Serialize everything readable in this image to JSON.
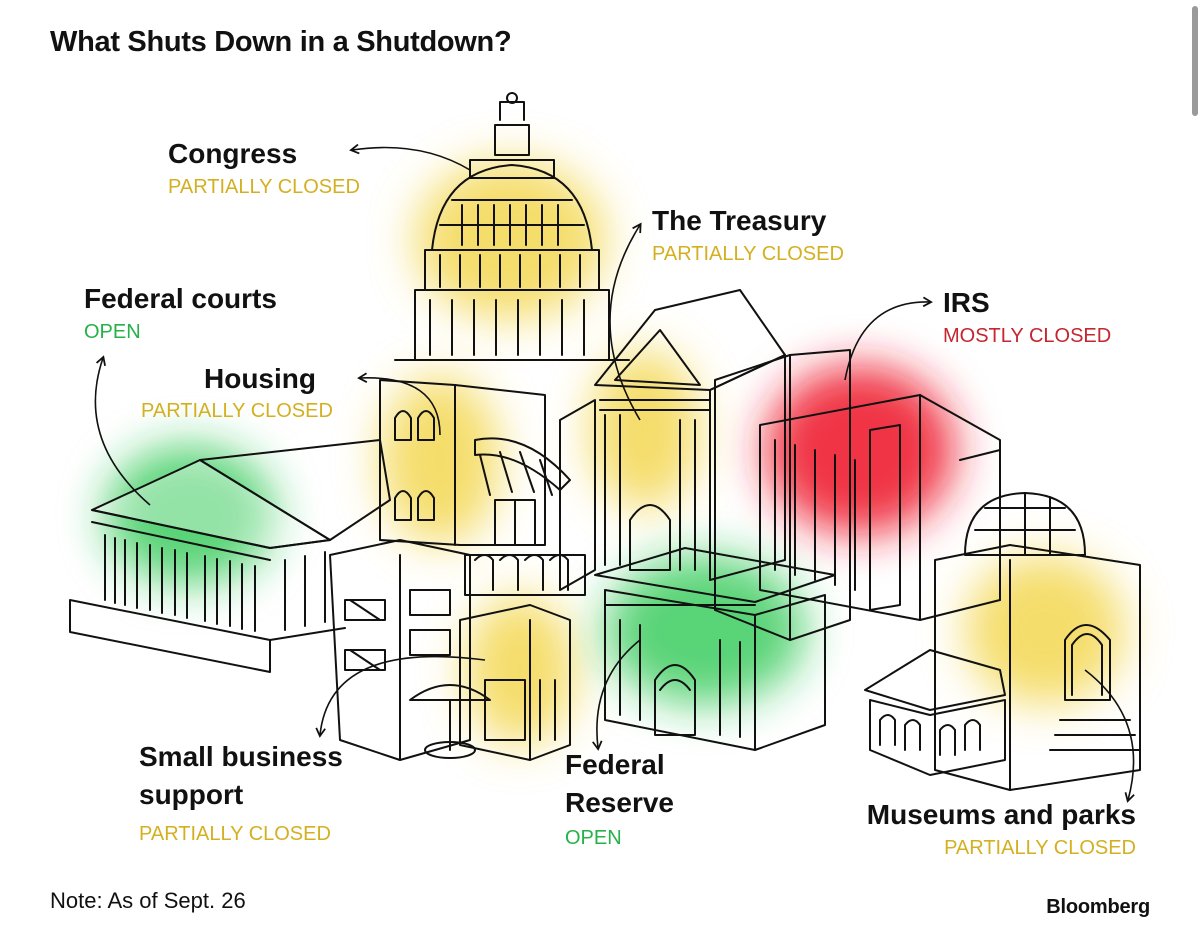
{
  "title": "What Shuts Down in a Shutdown?",
  "note": "Note: As of Sept. 26",
  "brand": "Bloomberg",
  "colors": {
    "partially_closed": "#f2d23a",
    "open": "#22c64a",
    "mostly_closed": "#ee2030"
  },
  "items": [
    {
      "name": "Congress",
      "status": "PARTIALLY CLOSED",
      "level": "partially_closed"
    },
    {
      "name": "The Treasury",
      "status": "PARTIALLY CLOSED",
      "level": "partially_closed"
    },
    {
      "name": "Federal courts",
      "status": "OPEN",
      "level": "open"
    },
    {
      "name": "IRS",
      "status": "MOSTLY CLOSED",
      "level": "mostly_closed"
    },
    {
      "name": "Housing",
      "status": "PARTIALLY CLOSED",
      "level": "partially_closed"
    },
    {
      "name": "Small business support",
      "name_lines": [
        "Small business",
        "support"
      ],
      "status": "PARTIALLY CLOSED",
      "level": "partially_closed"
    },
    {
      "name": "Federal Reserve",
      "name_lines": [
        "Federal",
        "Reserve"
      ],
      "status": "OPEN",
      "level": "open"
    },
    {
      "name": "Museums and parks",
      "status": "PARTIALLY CLOSED",
      "level": "partially_closed"
    }
  ]
}
